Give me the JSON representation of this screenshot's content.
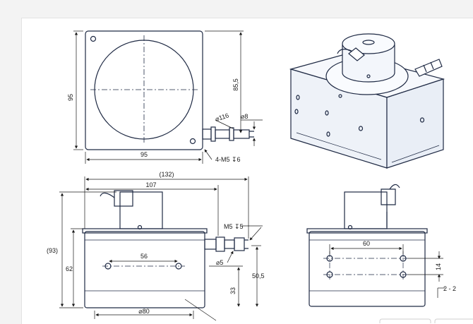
{
  "colors": {
    "outline": "#1f2a44",
    "dimension": "#1a1a1a",
    "face_top": "#f6f8fc",
    "face_side": "#eef2f8",
    "sheet": "#ffffff",
    "background": "#f3f3f3"
  },
  "top_view": {
    "dim_width": "95",
    "dim_height": "95",
    "dim_cable_hole": "⌀116",
    "dim_plug": "⌀8",
    "dim_mount_holes": "4-M5 ↧6",
    "dim_offset": "85,5"
  },
  "front_view": {
    "dim_overall": "(132)",
    "dim_body_length": "107",
    "dim_overall_height": "(93)",
    "dim_height": "62",
    "dim_hole_spacing": "56",
    "dim_plug_thread": "M5 ↧5",
    "dim_plug_dia": "⌀5",
    "dim_axis_height": "50,5",
    "dim_lower": "33",
    "dim_bore": "⌀80"
  },
  "side_view": {
    "dim_hole_spacing": "60",
    "dim_vertical": "14",
    "dim_holes": "2 - 2"
  }
}
